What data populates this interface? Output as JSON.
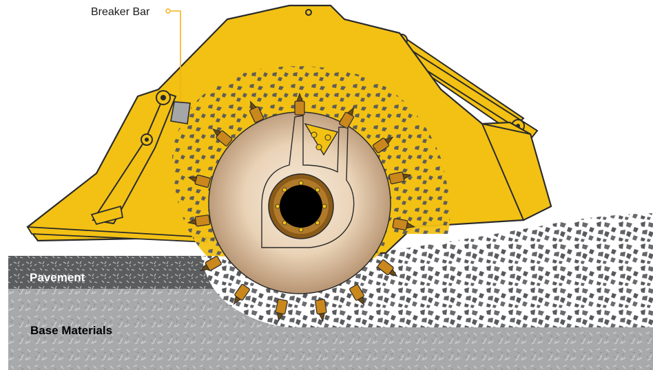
{
  "labels": {
    "breaker_bar": "Breaker Bar",
    "pavement": "Pavement",
    "base_materials": "Base Materials"
  },
  "colors": {
    "housing_yellow": "#f2c114",
    "outline": "#2a2a2a",
    "rock_gray": "#555659",
    "pavement_dark": "#5b5c5e",
    "base_gray": "#a7a9ab",
    "drum_light": "#f3e3cf",
    "drum_dark": "#b99776",
    "hub_brown": "#8a5a18",
    "tooth_orange": "#c9871c",
    "leader_line": "#f2b21c"
  },
  "icons": [
    "breaker-bar-icon",
    "rotor-drum-icon",
    "cutting-tooth-icon",
    "hydraulic-cylinder-icon"
  ]
}
